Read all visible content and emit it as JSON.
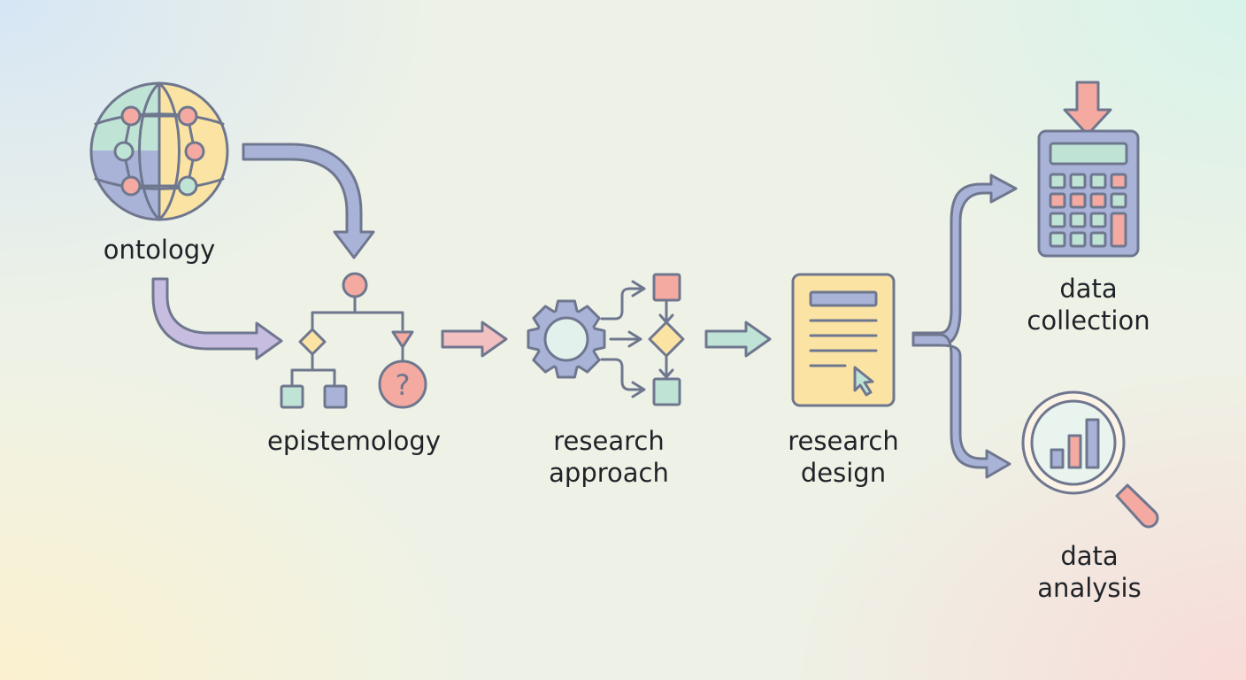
{
  "nodes": {
    "ontology": {
      "label": "ontology",
      "icon": "globe-network-icon"
    },
    "epistemology": {
      "label": "epistemology",
      "icon": "decision-tree-icon"
    },
    "research_approach": {
      "line1": "research",
      "line2": "approach",
      "icon": "gear-flowchart-icon"
    },
    "research_design": {
      "line1": "research",
      "line2": "design",
      "icon": "document-cursor-icon"
    },
    "data_collection": {
      "line1": "data",
      "line2": "collection",
      "icon": "calculator-icon"
    },
    "data_analysis": {
      "line1": "data",
      "line2": "analysis",
      "icon": "magnifier-chart-icon"
    }
  },
  "colors": {
    "stroke": "#6f778f",
    "arrow_blue": "#a9b3d8",
    "arrow_lavender": "#c7bde0",
    "arrow_pink": "#f2c0c0",
    "arrow_mint": "#bfe3d6",
    "coral": "#f4aaa0",
    "mint": "#bfe3d5",
    "yellow": "#fbe3a4",
    "blue": "#a9b3d8"
  }
}
